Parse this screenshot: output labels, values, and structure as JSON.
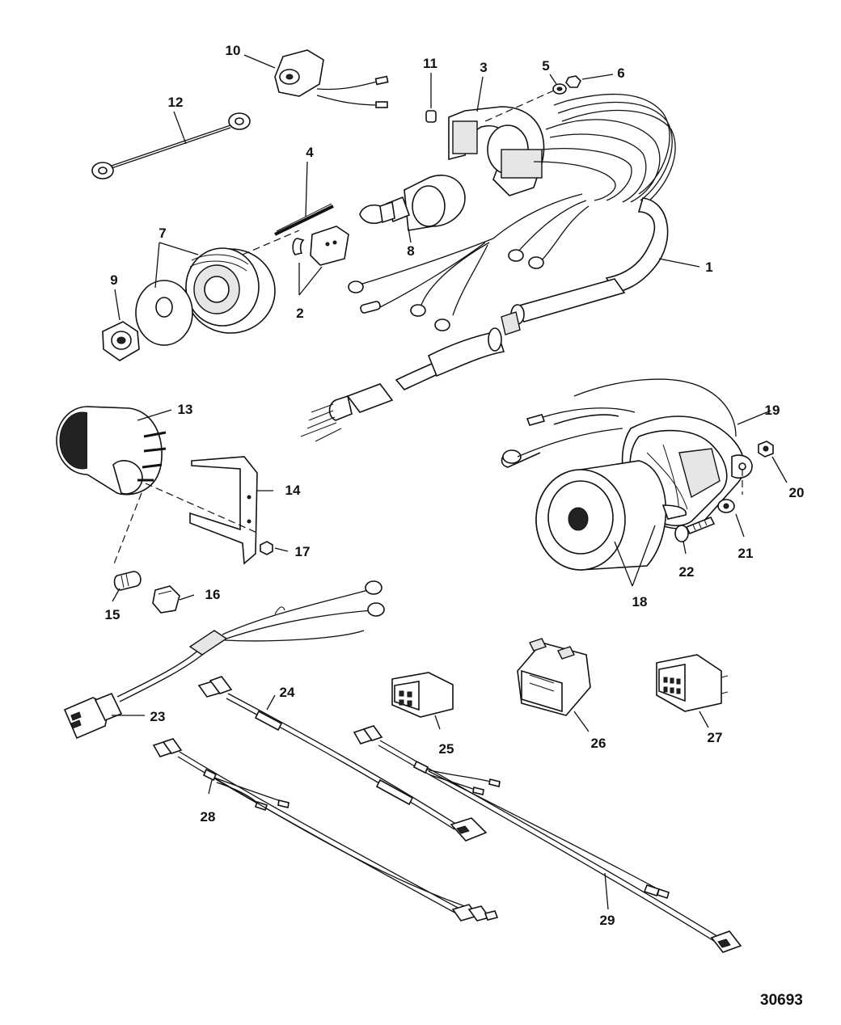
{
  "diagram": {
    "figure_number": "30693",
    "callouts": {
      "c1": "1",
      "c2": "2",
      "c3": "3",
      "c4": "4",
      "c5": "5",
      "c6": "6",
      "c7": "7",
      "c8": "8",
      "c9": "9",
      "c10": "10",
      "c11": "11",
      "c12": "12",
      "c13": "13",
      "c14": "14",
      "c15": "15",
      "c16": "16",
      "c17": "17",
      "c18": "18",
      "c19": "19",
      "c20": "20",
      "c21": "21",
      "c22": "22",
      "c23": "23",
      "c24": "24",
      "c25": "25",
      "c26": "26",
      "c27": "27",
      "c28": "28",
      "c29": "29"
    }
  }
}
